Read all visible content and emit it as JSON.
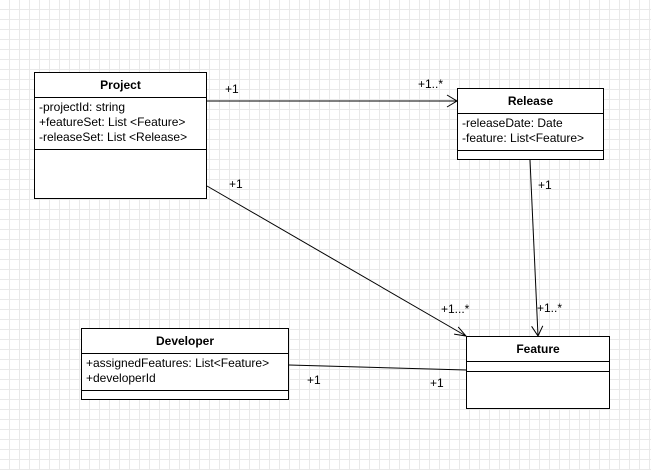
{
  "classes": {
    "project": {
      "name": "Project",
      "attributes": [
        "-projectId: string",
        "+featureSet: List <Feature>",
        "-releaseSet: List <Release>"
      ]
    },
    "release": {
      "name": "Release",
      "attributes": [
        "-releaseDate: Date",
        "-feature: List<Feature>"
      ]
    },
    "developer": {
      "name": "Developer",
      "attributes": [
        "+assignedFeatures: List<Feature>",
        "+developerId"
      ]
    },
    "feature": {
      "name": "Feature",
      "attributes": []
    }
  },
  "associations": {
    "project_release": {
      "source_mult": "+1",
      "target_mult": "+1..*"
    },
    "project_feature": {
      "source_mult": "+1",
      "target_mult": "+1...*"
    },
    "release_feature": {
      "source_mult": "+1",
      "target_mult": "+1..*"
    },
    "developer_feature": {
      "source_mult": "+1",
      "target_mult": "+1"
    }
  },
  "colors": {
    "line": "#000000",
    "grid": "#e9e9e9",
    "box_fill": "#ffffff"
  }
}
